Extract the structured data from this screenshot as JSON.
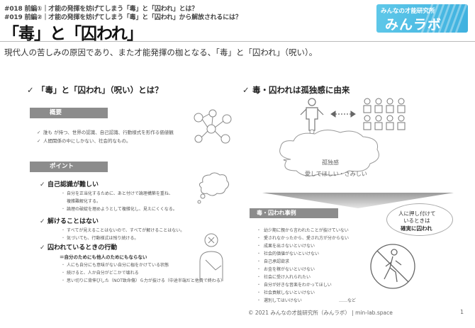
{
  "header": {
    "line1": "#018 前編①｜才能の発揮を妨げてしまう「毒」と「囚われ」とは？",
    "line2": "#019 前編②｜才能の発揮を妨げてしまう「毒」と「囚われ」から解放されるには？",
    "title": "「毒」と「囚われ」"
  },
  "logo": {
    "sub": "みんなの才能研究所",
    "name": "みんラボ",
    "color": "#4bbbe4"
  },
  "subtitle": "現代人の苦しみの原因であり、また才能発揮の枷となる、「毒」と「囚われ」（呪い）。",
  "left": {
    "heading": "「毒」と「囚われ」（呪い）とは？",
    "overview": {
      "label": "概要",
      "items": [
        "誰も が持つ、世界の認識、自己認識、行動様式を形作る価値観",
        "人間関係の中にしかない、社会的なもの。"
      ]
    },
    "point": {
      "label": "ポイント",
      "groups": [
        {
          "title": "自己認識が難しい",
          "items": [
            "自分を正当化するために、あと付けで論理構築を重ね、",
            "複雑難解化する。",
            "論理の破綻を理めようとして複雑化し、見えにくくなる。"
          ]
        },
        {
          "title": "解けることはない",
          "items": [
            "すべてが見えることはないので、すべてが解けることはない。",
            "気づいても、行動様式は残り続ける。"
          ]
        },
        {
          "title": "囚われているときの行動",
          "emphasis": "＝自分のためにも他人のためにもならない",
          "items": [
            "人にも自分にも意味がない自分に枷をかけている状態",
            "続けると、人か自分がどこかで壊れる",
            "思い切りに背伸びした（NOT致命傷）ら力が抜ける（中途半端だと他責で終わる）"
          ]
        }
      ]
    }
  },
  "right": {
    "heading": "毒・囚われは孤独感に由来",
    "cloud": {
      "line1": "孤独感",
      "line2": "愛してほしい・さみしい"
    },
    "examples": {
      "label": "毒・囚われ事例",
      "items": [
        "幼少期に親から言われたことが抜けていない",
        "愛されなかったから、愛され方が分からない",
        "成果を出さないといけない",
        "社会的価値がないといけない",
        "自己承認欲求",
        "お金を稼がないといけない",
        "社会に受け入れられたい",
        "自分が好きな音楽をわかってほしい",
        "社会貢献しないといけない",
        "選別してはいけない",
        "……など"
      ]
    },
    "bubble": {
      "line1": "人に押し付けて",
      "line2": "いるときは",
      "line3": "確実に囚われ"
    }
  },
  "footer": {
    "copyright": "©  2021 みんなの才能研究所（みんラボ） | min-lab.space",
    "page": "1"
  }
}
